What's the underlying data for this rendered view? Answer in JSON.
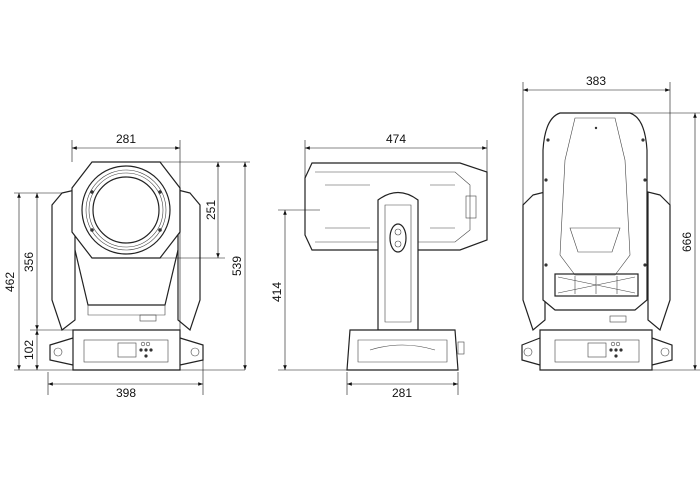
{
  "front_view": {
    "dims": {
      "head_width": "281",
      "base_width": "398",
      "total_height": "462",
      "arm_height": "356",
      "base_height": "102",
      "head_height": "251",
      "overall_height": "539"
    }
  },
  "side_view": {
    "dims": {
      "head_length": "474",
      "pivot_height": "414",
      "base_width": "281"
    }
  },
  "back_view": {
    "dims": {
      "total_width": "383",
      "tilted_height": "666"
    }
  }
}
